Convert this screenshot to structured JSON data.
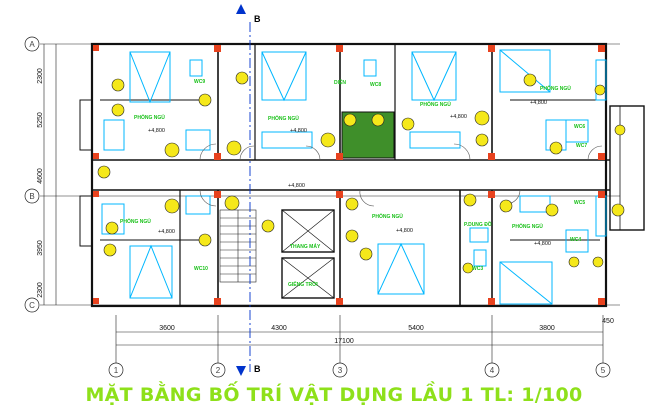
{
  "title": "MẶT BẰNG BỐ TRÍ VẬT DỤNG LẦU 1  TL: 1/100",
  "section_marker": "B",
  "grid_rows": [
    "A",
    "B",
    "C"
  ],
  "grid_cols": [
    "1",
    "2",
    "3",
    "4",
    "5"
  ],
  "dims_bottom": [
    "3600",
    "4300",
    "5400",
    "3800",
    "450"
  ],
  "dim_total": "17100",
  "dims_left": [
    "2300",
    "5250",
    "4600",
    "3950",
    "2300"
  ],
  "rooms": {
    "bedroom": "PHÒNG NGỦ",
    "stair": "THANG MÁY",
    "shaft": "GIẾNG TRỜI",
    "laundry": "P.DUNG ĐỒ",
    "service": "DIỆN"
  },
  "level": "+4,800",
  "wcs": [
    "WC9",
    "WC8",
    "WC7",
    "WC6",
    "WC5",
    "WC10",
    "WC4",
    "WC3"
  ],
  "colors": {
    "wall": "#111111",
    "furniture": "#00b7ff",
    "label": "#18c018",
    "column": "#e8421e",
    "door": "#f5e81a",
    "title": "#8ee01a",
    "planting": "#3f8f2a"
  }
}
